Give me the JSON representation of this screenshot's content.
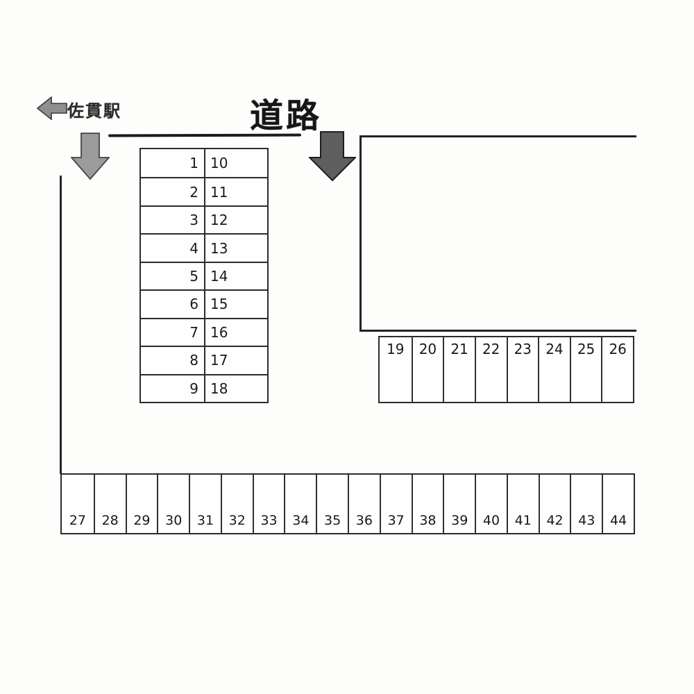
{
  "scene": {
    "background": "#fdfdfc",
    "ink_color": "#1c1c1c",
    "station_arrow_fill": "#8f8f8f",
    "down_arrow_left_fill": "#9b9b9b",
    "down_arrow_right_fill": "#5e5e5e"
  },
  "header": {
    "station_label": "佐貫駅",
    "road_label": "道路"
  },
  "icons": {
    "station_direction": "arrow-left-icon",
    "entrance_left": "arrow-down-icon",
    "entrance_right": "arrow-down-icon"
  },
  "parking": {
    "block_a": {
      "rows": [
        {
          "l": "1",
          "r": "10"
        },
        {
          "l": "2",
          "r": "11"
        },
        {
          "l": "3",
          "r": "12"
        },
        {
          "l": "4",
          "r": "13"
        },
        {
          "l": "5",
          "r": "14"
        },
        {
          "l": "6",
          "r": "15"
        },
        {
          "l": "7",
          "r": "16"
        },
        {
          "l": "8",
          "r": "17"
        },
        {
          "l": "9",
          "r": "18"
        }
      ]
    },
    "block_b": {
      "cells": [
        "19",
        "20",
        "21",
        "22",
        "23",
        "24",
        "25",
        "26"
      ]
    },
    "block_c": {
      "cells": [
        "27",
        "28",
        "29",
        "30",
        "31",
        "32",
        "33",
        "34",
        "35",
        "36",
        "37",
        "38",
        "39",
        "40",
        "41",
        "42",
        "43",
        "44"
      ]
    }
  }
}
